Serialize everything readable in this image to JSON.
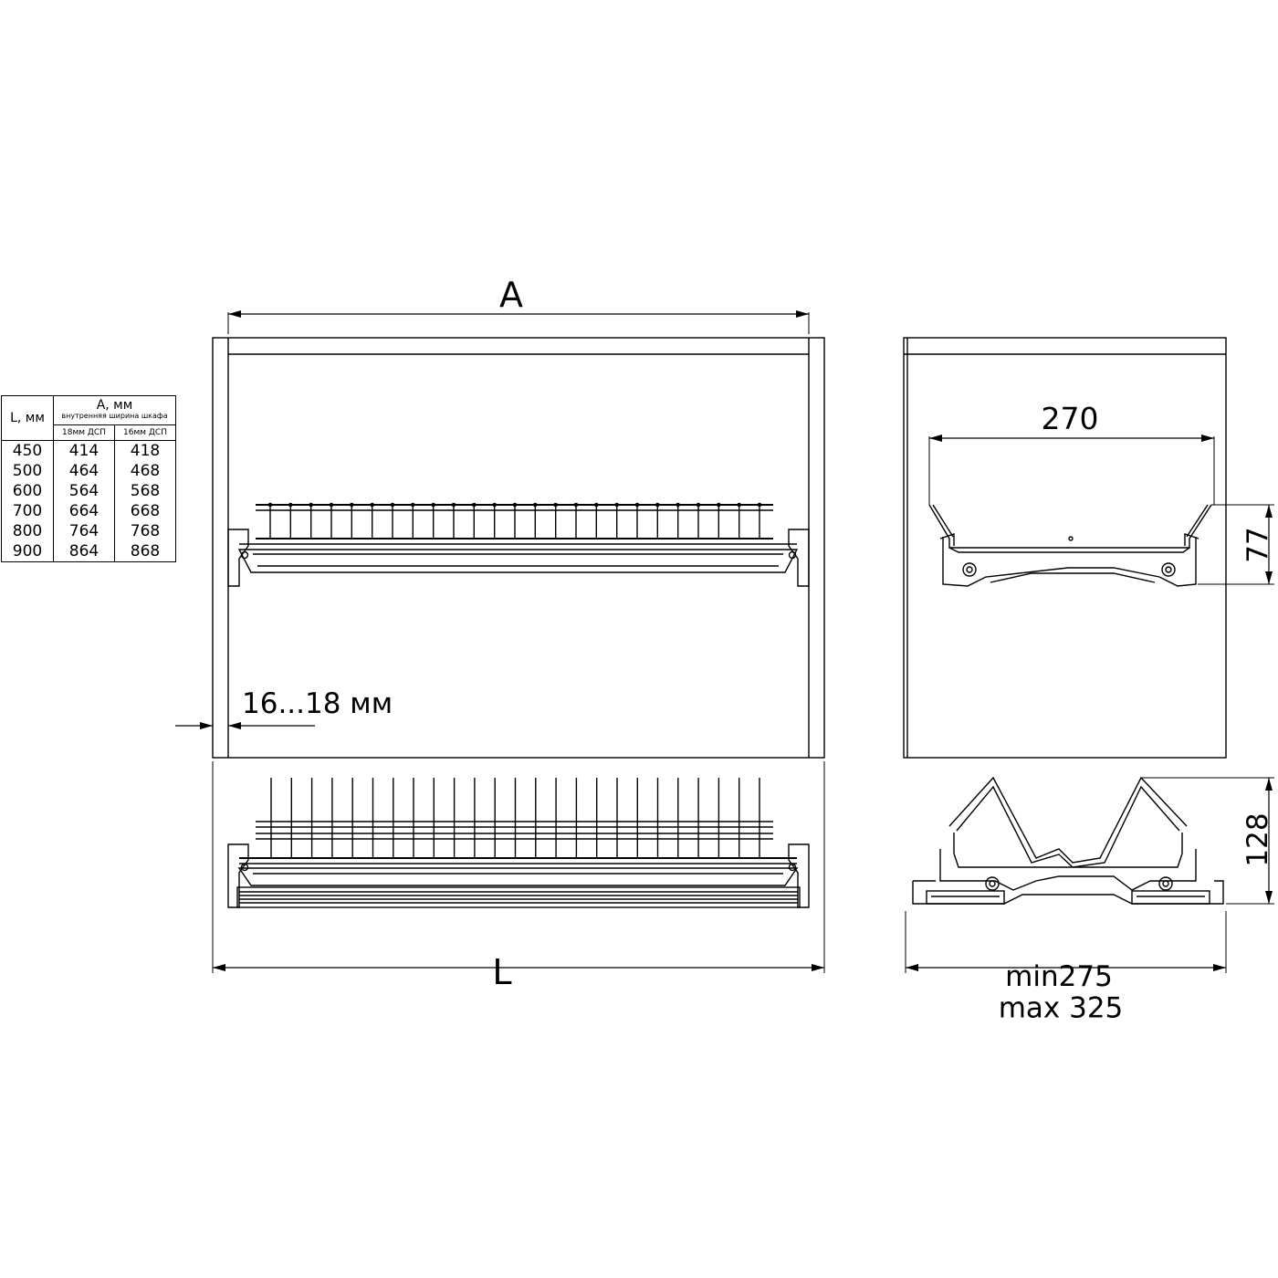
{
  "dimensions": {
    "A": "A",
    "L": "L",
    "wall_thickness": "16...18 мм",
    "basket_width": "270",
    "upper_height": "77",
    "lower_height": "128",
    "depth_min": "min275",
    "depth_max": "max 325"
  },
  "size_table": {
    "col_L": "L, мм",
    "col_A": "A, мм",
    "col_A_sub": "внутренняя ширина шкафа",
    "sub_18": "18мм ДСП",
    "sub_16": "16мм ДСП",
    "rows": [
      [
        "450",
        "414",
        "418"
      ],
      [
        "500",
        "464",
        "468"
      ],
      [
        "600",
        "564",
        "568"
      ],
      [
        "700",
        "664",
        "668"
      ],
      [
        "800",
        "764",
        "768"
      ],
      [
        "900",
        "864",
        "868"
      ]
    ]
  }
}
